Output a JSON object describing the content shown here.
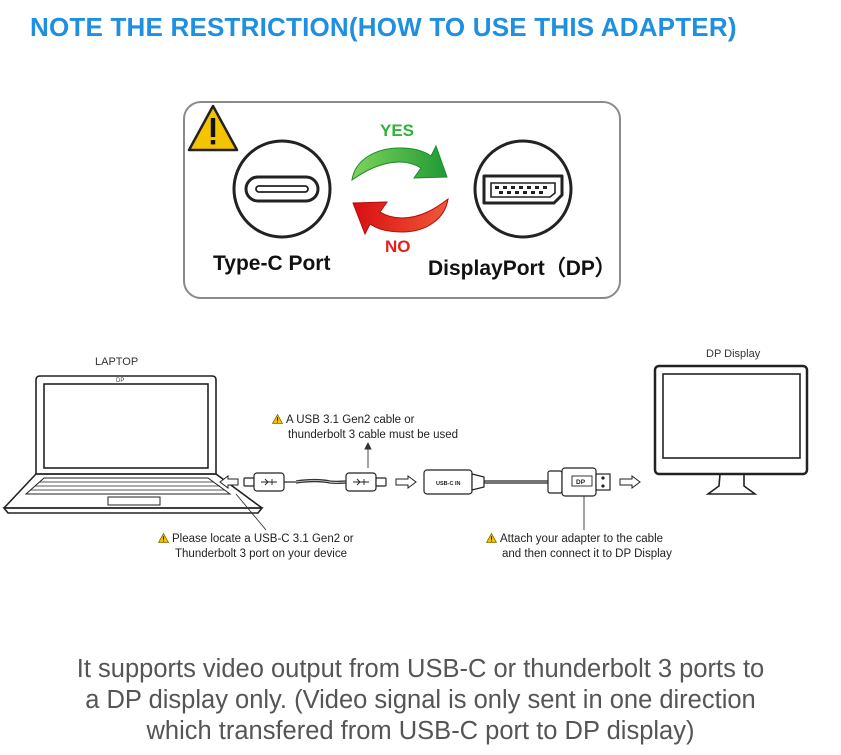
{
  "title": "NOTE THE RESTRICTION(HOW TO USE THIS ADAPTER)",
  "panel": {
    "left_port_label": "Type-C Port",
    "right_port_label": "DisplayPort（DP）",
    "yes_label": "YES",
    "no_label": "NO",
    "yes_color": "#2fb33a",
    "no_color": "#e8201c",
    "warning_icon": "warning-triangle-icon"
  },
  "diagram": {
    "laptop_label": "LAPTOP",
    "display_label": "DP Display",
    "laptop_logo": "DP",
    "cable_note": [
      "A USB 3.1 Gen2 cable or",
      "thunderbolt 3 cable must be used"
    ],
    "port_note": [
      "Please locate a USB-C 3.1 Gen2 or",
      "Thunderbolt 3 port on your device"
    ],
    "adapter_note": [
      "Attach your adapter to the cable",
      "and then connect it to  DP Display"
    ],
    "adapter_text": "USB-C IN",
    "dp_plug_text": "DP"
  },
  "bottom_text": [
    "It supports video output from USB-C or thunderbolt 3 ports to",
    "a DP display only. (Video signal is only sent in one direction",
    "which transfered from USB-C port to DP display)"
  ],
  "colors": {
    "title": "#1e8fe1",
    "warning": "#f2c200"
  }
}
